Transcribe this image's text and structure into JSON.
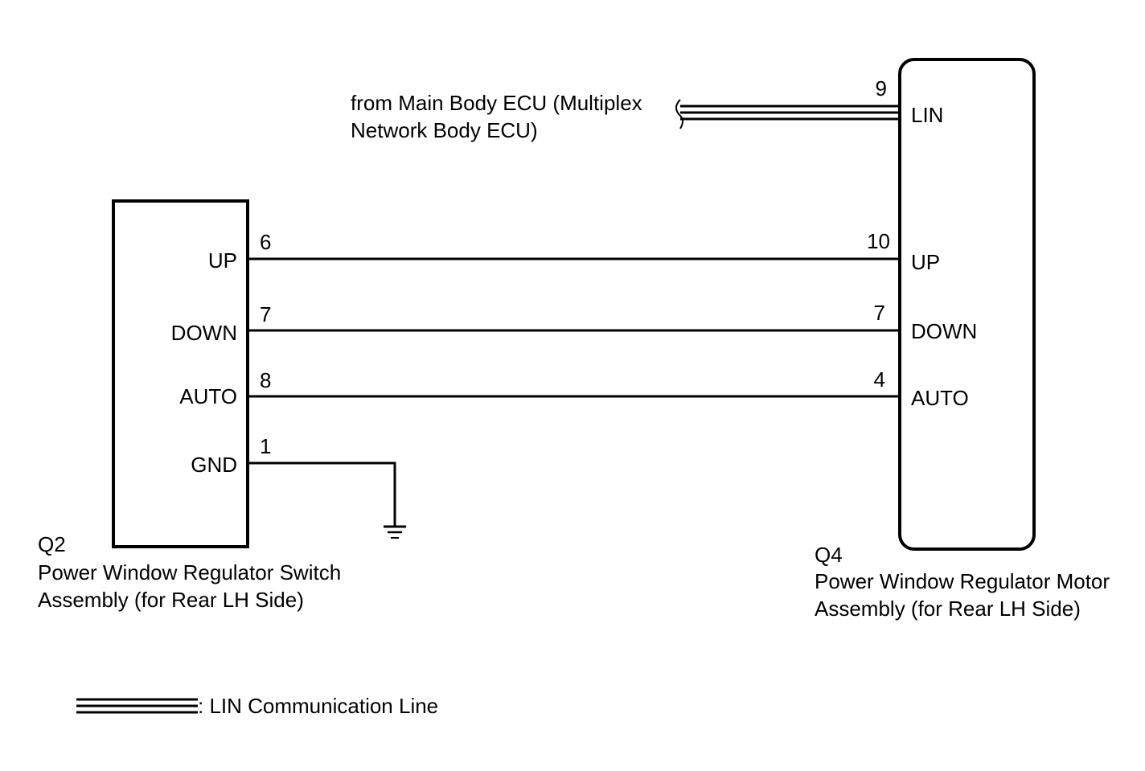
{
  "lin_source": {
    "line1": "from Main Body ECU (Multiplex",
    "line2": "Network Body ECU)"
  },
  "switch_assembly": {
    "code": "Q2",
    "name_line1": "Power Window Regulator Switch",
    "name_line2": "Assembly (for Rear LH Side)",
    "terminals": [
      {
        "label": "UP",
        "pin": "6"
      },
      {
        "label": "DOWN",
        "pin": "7"
      },
      {
        "label": "AUTO",
        "pin": "8"
      },
      {
        "label": "GND",
        "pin": "1"
      }
    ]
  },
  "motor_assembly": {
    "code": "Q4",
    "name_line1": "Power Window Regulator Motor",
    "name_line2": "Assembly (for Rear LH Side)",
    "terminals": [
      {
        "label": "LIN",
        "pin": "9"
      },
      {
        "label": "UP",
        "pin": "10"
      },
      {
        "label": "DOWN",
        "pin": "7"
      },
      {
        "label": "AUTO",
        "pin": "4"
      }
    ]
  },
  "legend": {
    "text": ": LIN Communication Line"
  },
  "colors": {
    "ink": "#000000",
    "background": "#ffffff"
  }
}
